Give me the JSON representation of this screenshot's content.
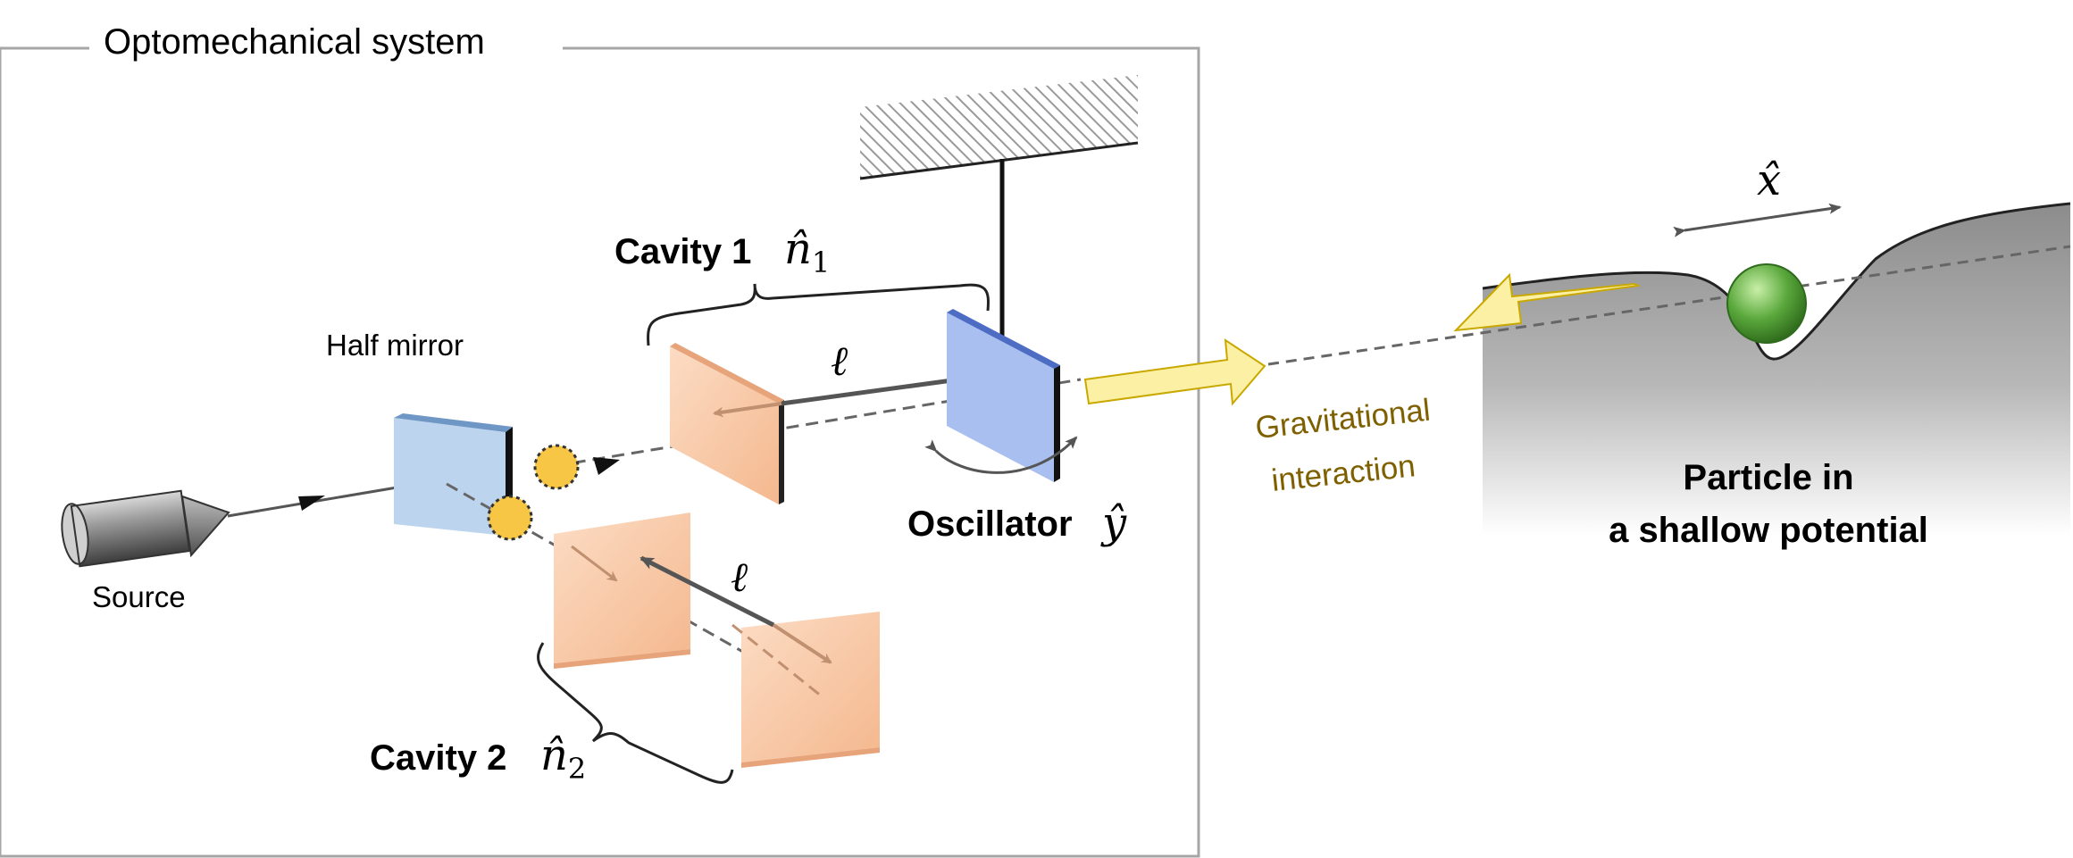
{
  "frame_title": "Optomechanical system",
  "labels": {
    "source": "Source",
    "half_mirror": "Half mirror",
    "cavity1_name": "Cavity 1",
    "cavity1_operator": "n̂",
    "cavity1_subscript": "1",
    "cavity2_name": "Cavity 2",
    "cavity2_operator": "n̂",
    "cavity2_subscript": "2",
    "oscillator_name": "Oscillator",
    "oscillator_operator": "ŷ",
    "length_symbol": "ℓ",
    "particle_position": "x̂",
    "gravitational_line1": "Gravitational",
    "gravitational_line2": "interaction",
    "particle_line1": "Particle in",
    "particle_line2": "a shallow potential"
  },
  "colors": {
    "mirror_blue": "#bcd4ee",
    "oscillator_blue": "#a9bff0",
    "cavity_orange": "#f9c9a6",
    "photon_yellow": "#f6c644",
    "arrow_yellow": "#fbf0a4",
    "particle_green": "#5aa83c",
    "gravitational_text": "#7f6000",
    "frame_gray": "#a6a6a6"
  }
}
